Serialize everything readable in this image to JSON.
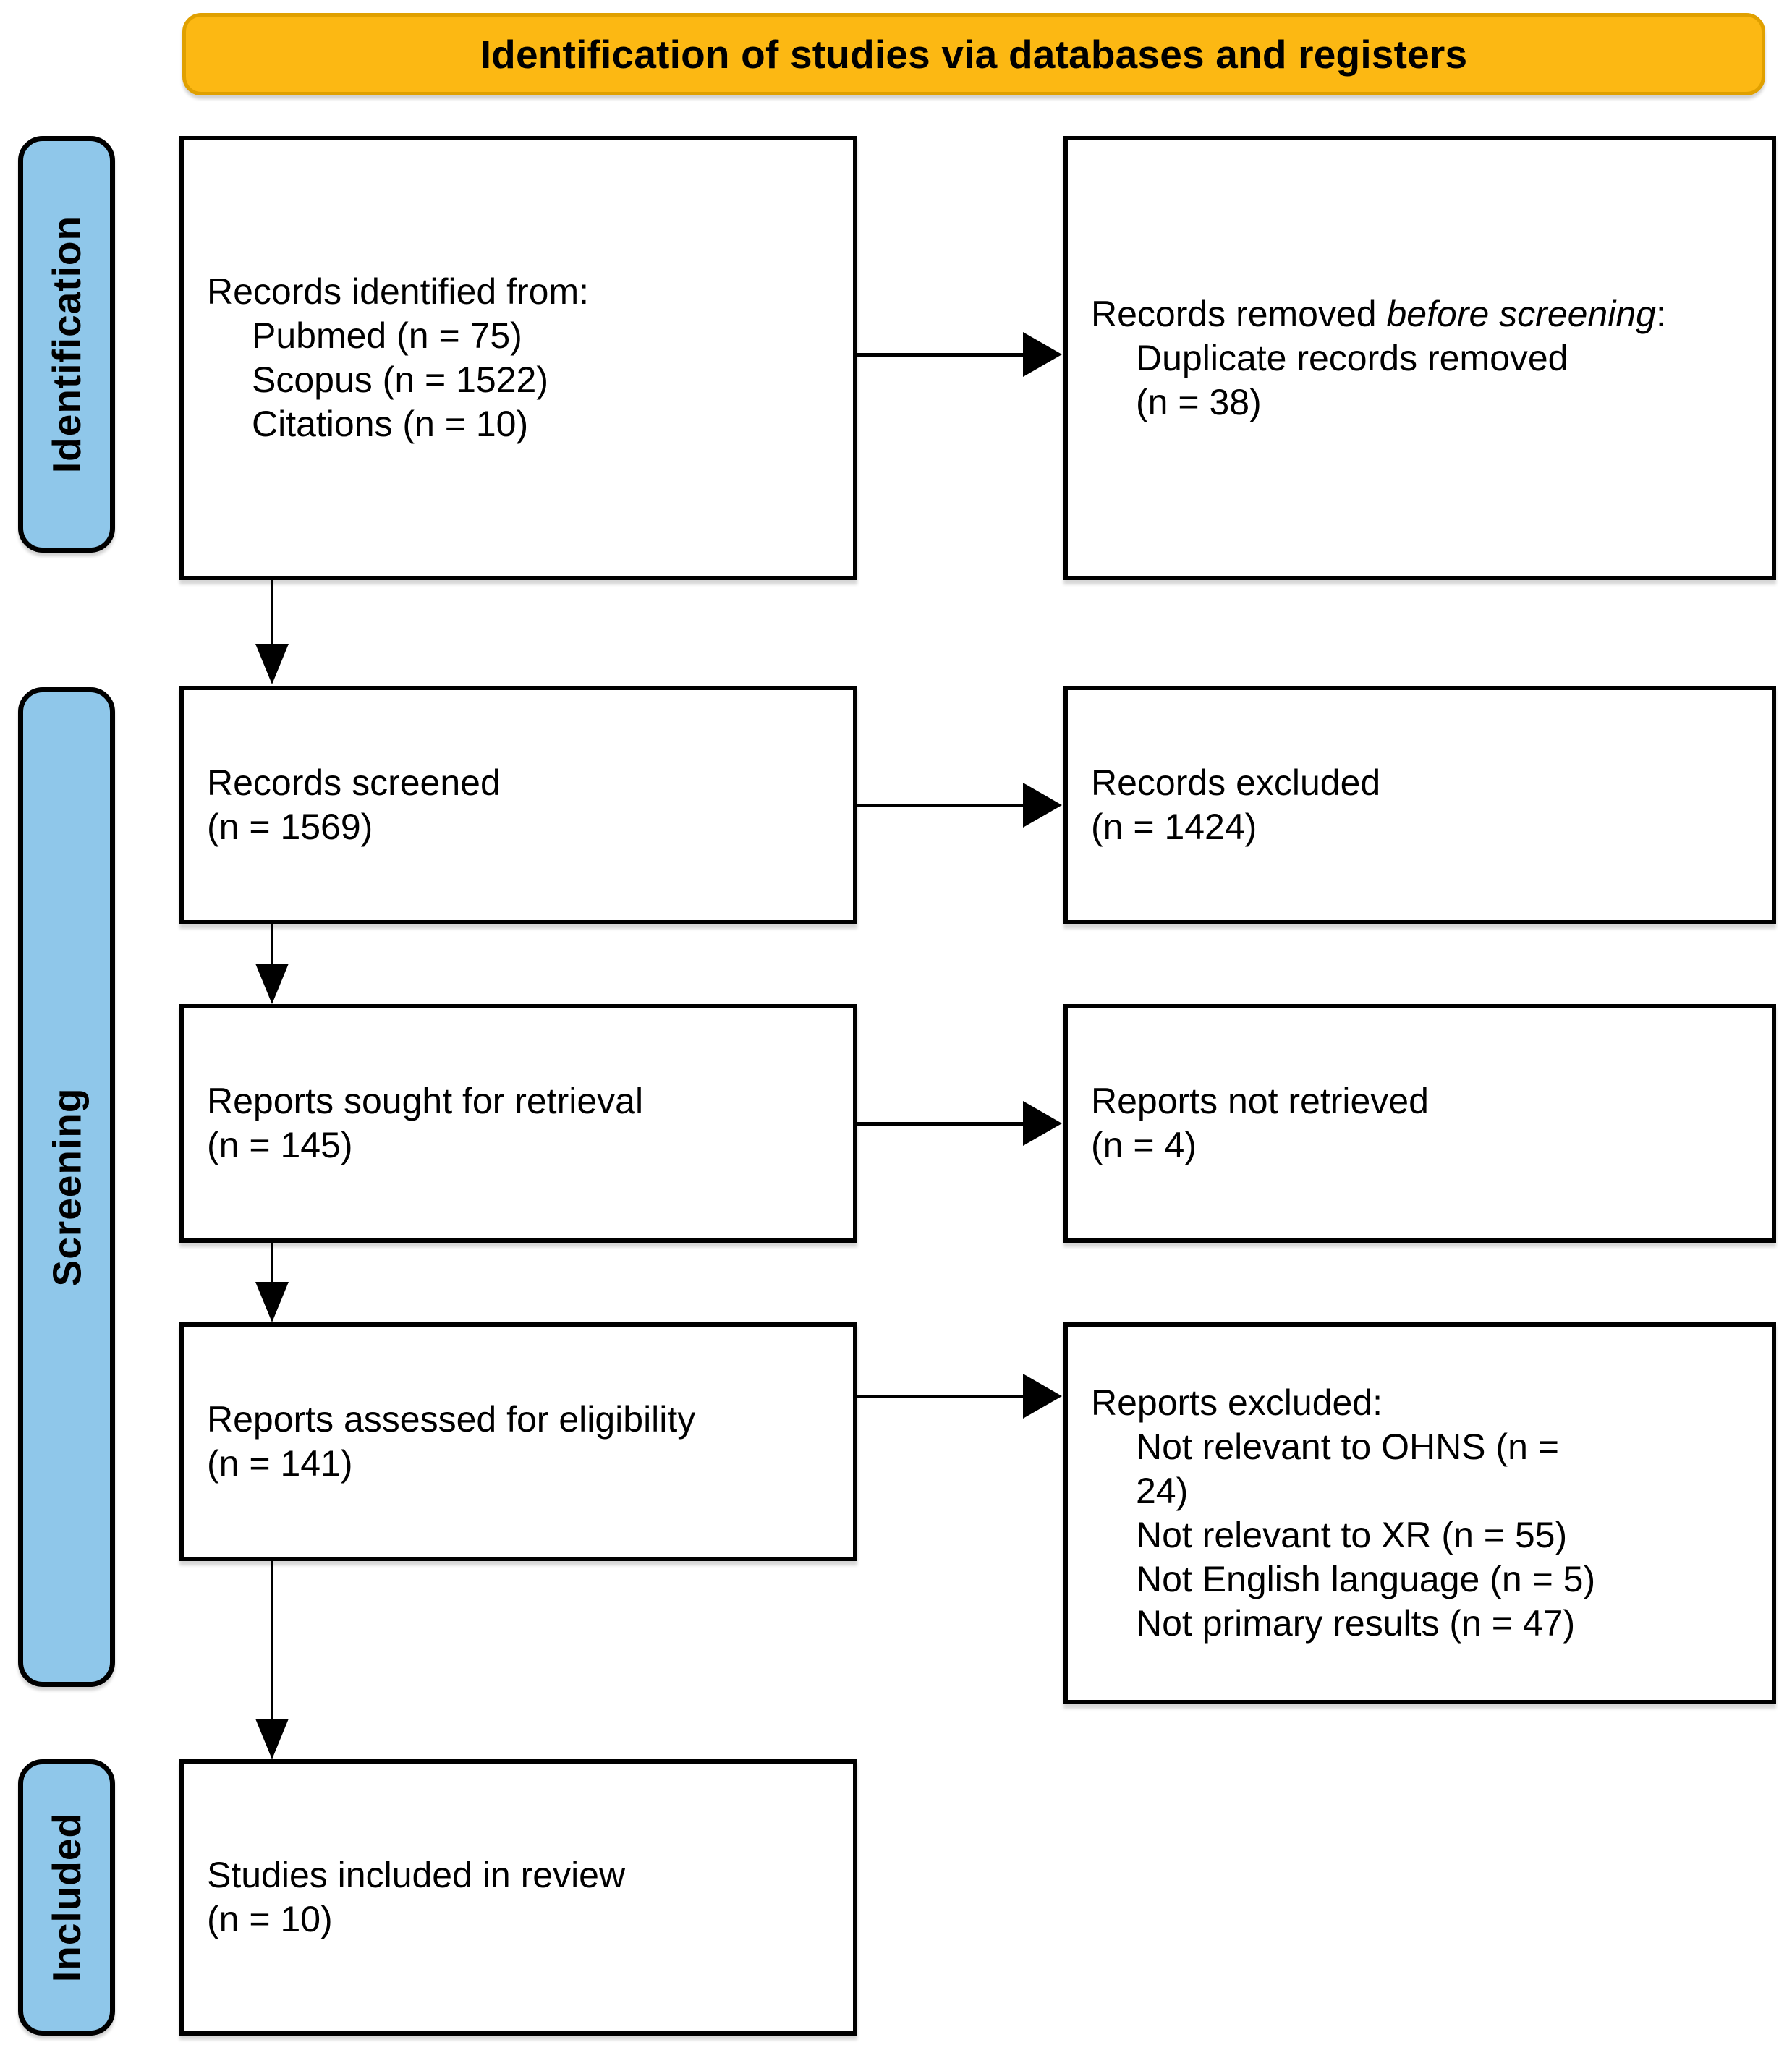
{
  "banner": {
    "title": "Identification of studies via databases and registers"
  },
  "stages": [
    {
      "key": "identification",
      "label": "Identification"
    },
    {
      "key": "screening",
      "label": "Screening"
    },
    {
      "key": "included",
      "label": "Included"
    }
  ],
  "boxes": {
    "identified": {
      "line1": "Records identified from:",
      "line2": "Pubmed (n = 75)",
      "line3": "Scopus (n = 1522)",
      "line4": "Citations (n = 10)"
    },
    "removed": {
      "line1_pre": "Records removed ",
      "line1_ital": "before screening",
      "line1_post": ":",
      "line2": "Duplicate records removed",
      "line3": "(n = 38)"
    },
    "screened": {
      "line1": "Records screened",
      "line2": "(n = 1569)"
    },
    "excluded": {
      "line1": "Records excluded",
      "line2": "(n = 1424)"
    },
    "sought": {
      "line1": "Reports sought for retrieval",
      "line2": "(n = 145)"
    },
    "not_retrieved": {
      "line1": "Reports not retrieved",
      "line2": "(n = 4)"
    },
    "assessed": {
      "line1": "Reports assessed for eligibility",
      "line2": "(n = 141)"
    },
    "reports_excluded": {
      "line1": "Reports excluded:",
      "line2": "Not relevant to OHNS (n =",
      "line3": "24)",
      "line4": "Not relevant to XR (n = 55)",
      "line5": "Not English language (n = 5)",
      "line6": "Not primary results (n = 47)"
    },
    "included": {
      "line1": "Studies included in review",
      "line2": "(n = 10)"
    }
  },
  "colors": {
    "banner_fill": "#FCB813",
    "banner_border": "#E0A000",
    "stage_fill": "#8FC7EA",
    "box_border": "#000000",
    "connector": "#000000"
  }
}
